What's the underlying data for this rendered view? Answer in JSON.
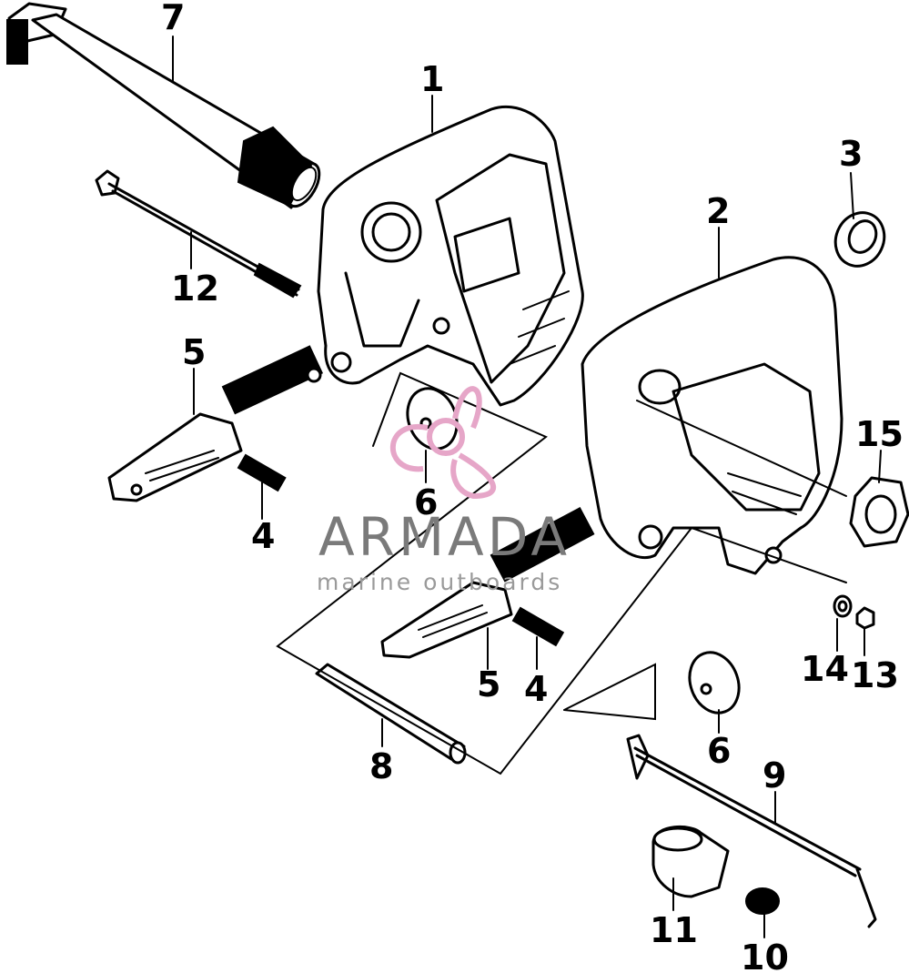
{
  "callouts": {
    "c1": "1",
    "c2": "2",
    "c3": "3",
    "c4a": "4",
    "c4b": "4",
    "c5a": "5",
    "c5b": "5",
    "c6a": "6",
    "c6b": "6",
    "c7": "7",
    "c8": "8",
    "c9": "9",
    "c10": "10",
    "c11": "11",
    "c12": "12",
    "c13": "13",
    "c14": "14",
    "c15": "15"
  },
  "watermark": {
    "title": "ARMADA",
    "subtitle": "marine outboards"
  },
  "colors": {
    "line": "#000000",
    "background": "#ffffff",
    "watermark_logo": "#e6a6c8",
    "watermark_text": "#7a7a7a"
  }
}
